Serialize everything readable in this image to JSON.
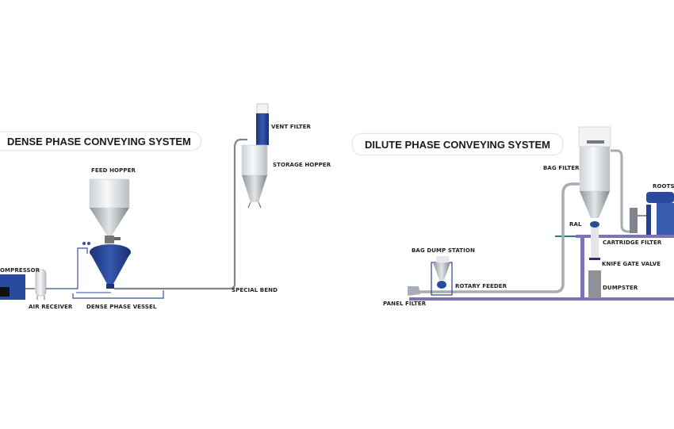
{
  "dense": {
    "title": "DENSE PHASE CONVEYING SYSTEM",
    "labels": {
      "vent_filter": "VENT FILTER",
      "storage_hopper": "STORAGE HOPPER",
      "feed_hopper": "FEED HOPPER",
      "compressor": "OMPRESSOR",
      "air_receiver": "AIR RECEIVER",
      "dense_phase_vessel": "DENSE PHASE VESSEL",
      "special_bend": "SPECIAL BEND"
    }
  },
  "dilute": {
    "title": "DILUTE PHASE CONVEYING SYSTEM",
    "labels": {
      "bag_filter": "BAG FILTER",
      "roots": "ROOTS I",
      "ral": "RAL",
      "cartridge_filter": "CARTRIDGE FILTER",
      "bag_dump_station": "BAG DUMP STATION",
      "knife_gate_valve": "KNIFE GATE VALVE",
      "rotary_feeder": "ROTARY FEEDER",
      "dumpster": "DUMPSTER",
      "panel_filter": "PANEL FILTER"
    }
  },
  "colors": {
    "equipment_blue": "#24408f",
    "pipe_gray": "#8a8f96",
    "frame_purple": "#7d74b8",
    "steel_light": "#e9ecef"
  }
}
